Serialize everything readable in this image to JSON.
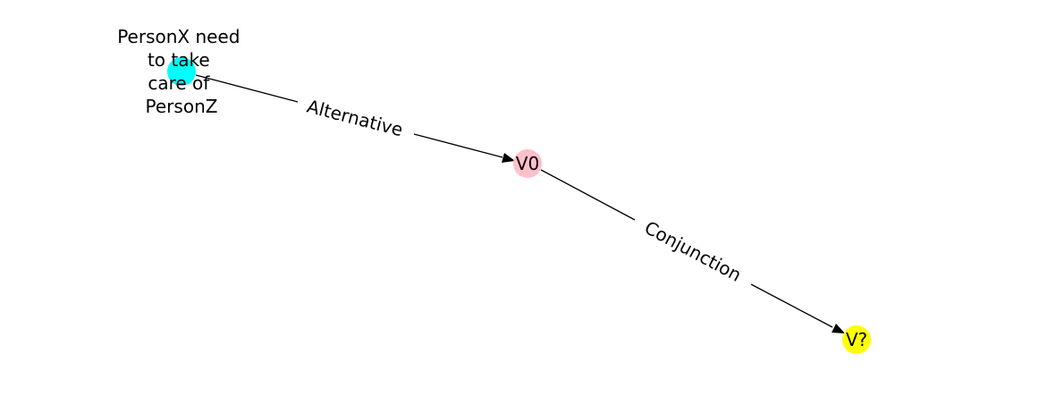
{
  "nodes": [
    {
      "id": "n0",
      "label_lines": [
        "PersonX need",
        "to take",
        "care of",
        "PersonZ"
      ],
      "color": "#00ffff"
    },
    {
      "id": "n1",
      "label_lines": [
        "V0"
      ],
      "color": "#ffc0cb"
    },
    {
      "id": "n2",
      "label_lines": [
        "V?"
      ],
      "color": "#ffff00"
    }
  ],
  "edges": [
    {
      "source": "n0",
      "target": "n1",
      "label": "Alternative"
    },
    {
      "source": "n1",
      "target": "n2",
      "label": "Conjunction"
    }
  ]
}
